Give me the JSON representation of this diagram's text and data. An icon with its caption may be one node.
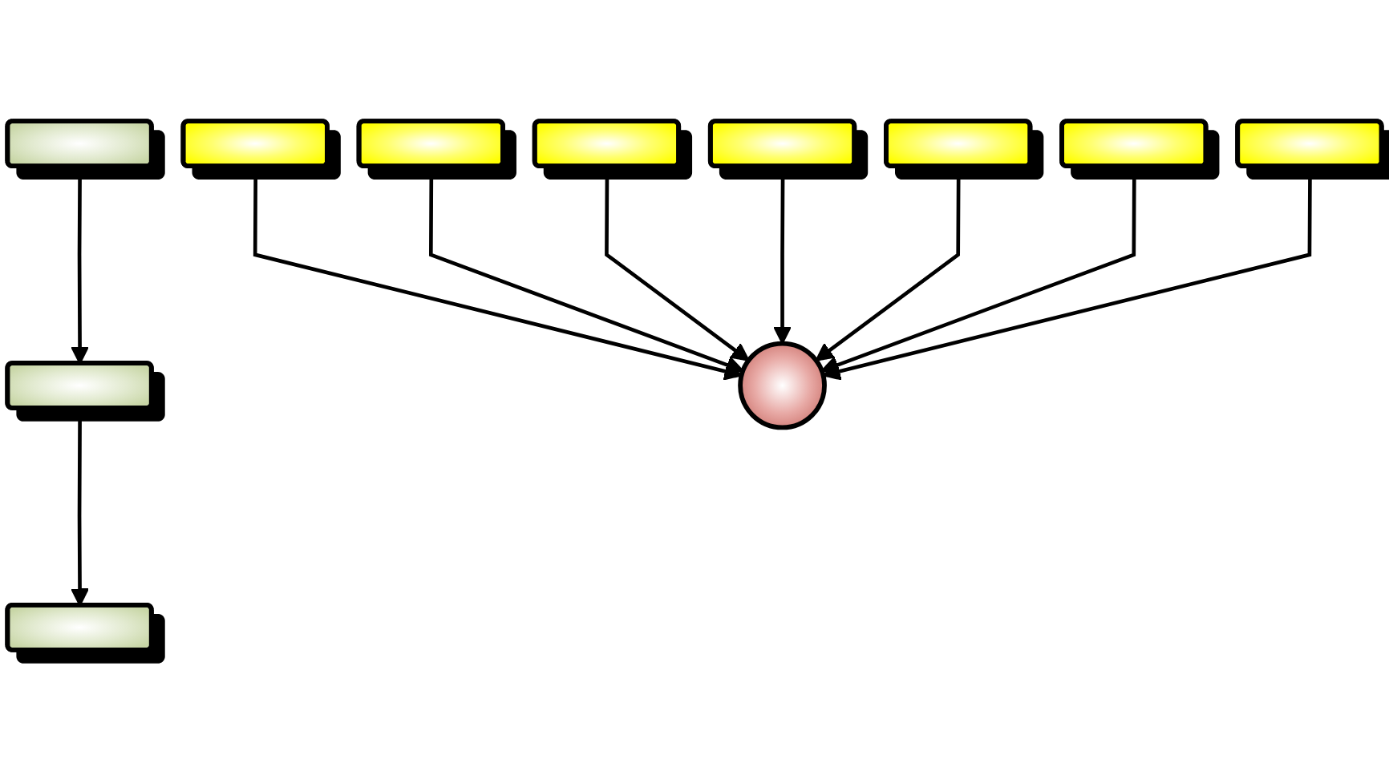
{
  "diagram": {
    "nodes": [
      {
        "text": [],
        "shape": "box"
      },
      {
        "text": [],
        "shape": "box"
      },
      {
        "text": [],
        "shape": "box"
      },
      {
        "text": [],
        "shape": "box"
      },
      {
        "text": [],
        "shape": "box"
      },
      {
        "text": [],
        "shape": "box"
      },
      {
        "text": [],
        "shape": "box"
      },
      {
        "text": [],
        "shape": "circle"
      },
      {
        "text": [],
        "shape": "box"
      },
      {
        "text": [],
        "shape": "box"
      },
      {
        "text": [],
        "shape": "box"
      }
    ],
    "edges": [
      {
        "from": 0,
        "to": 1,
        "arrow": "to"
      },
      {
        "from": 1,
        "to": 2,
        "arrow": "to"
      },
      {
        "from": 3,
        "to": 7,
        "arrow": "to"
      },
      {
        "from": 4,
        "to": 7,
        "arrow": "to"
      },
      {
        "from": 5,
        "to": 7,
        "arrow": "to"
      },
      {
        "from": 6,
        "to": 7,
        "arrow": "to"
      },
      {
        "from": 8,
        "to": 7,
        "arrow": "to"
      },
      {
        "from": 9,
        "to": 7,
        "arrow": "to"
      },
      {
        "from": 10,
        "to": 7,
        "arrow": "to"
      }
    ]
  }
}
